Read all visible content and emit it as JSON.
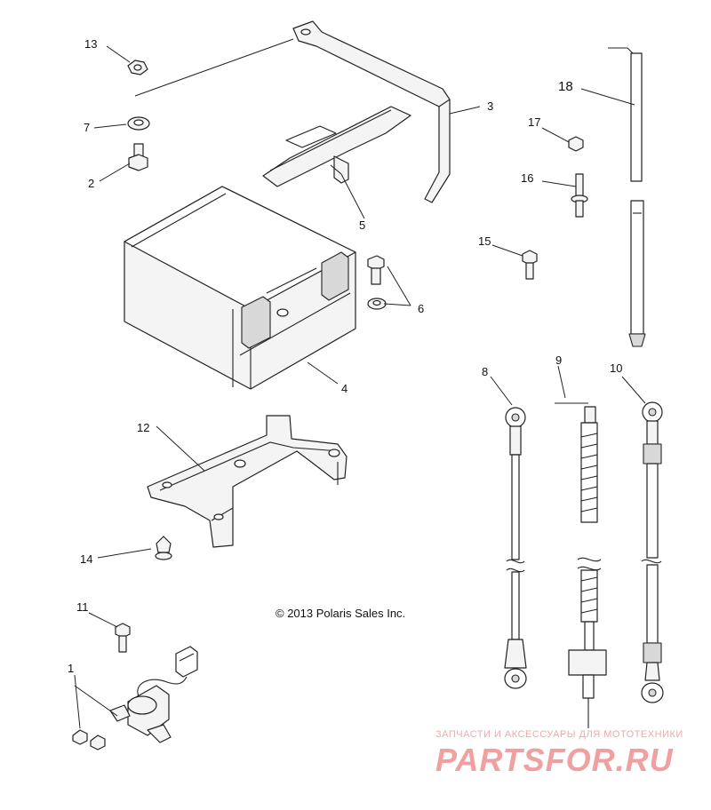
{
  "callouts": {
    "c1": "1",
    "c2": "2",
    "c3": "3",
    "c4": "4",
    "c5": "5",
    "c6": "6",
    "c7": "7",
    "c8": "8",
    "c9": "9",
    "c10": "10",
    "c11": "11",
    "c12": "12",
    "c13": "13",
    "c14": "14",
    "c15": "15",
    "c16": "16",
    "c17": "17",
    "c18": "18"
  },
  "copyright": "© 2013 Polaris Sales Inc.",
  "watermark": {
    "tagline": "ЗАПЧАСТИ И АКСЕССУАРЫ ДЛЯ МОТОТЕХНИКИ",
    "brand": "PARTSFOR.RU"
  }
}
